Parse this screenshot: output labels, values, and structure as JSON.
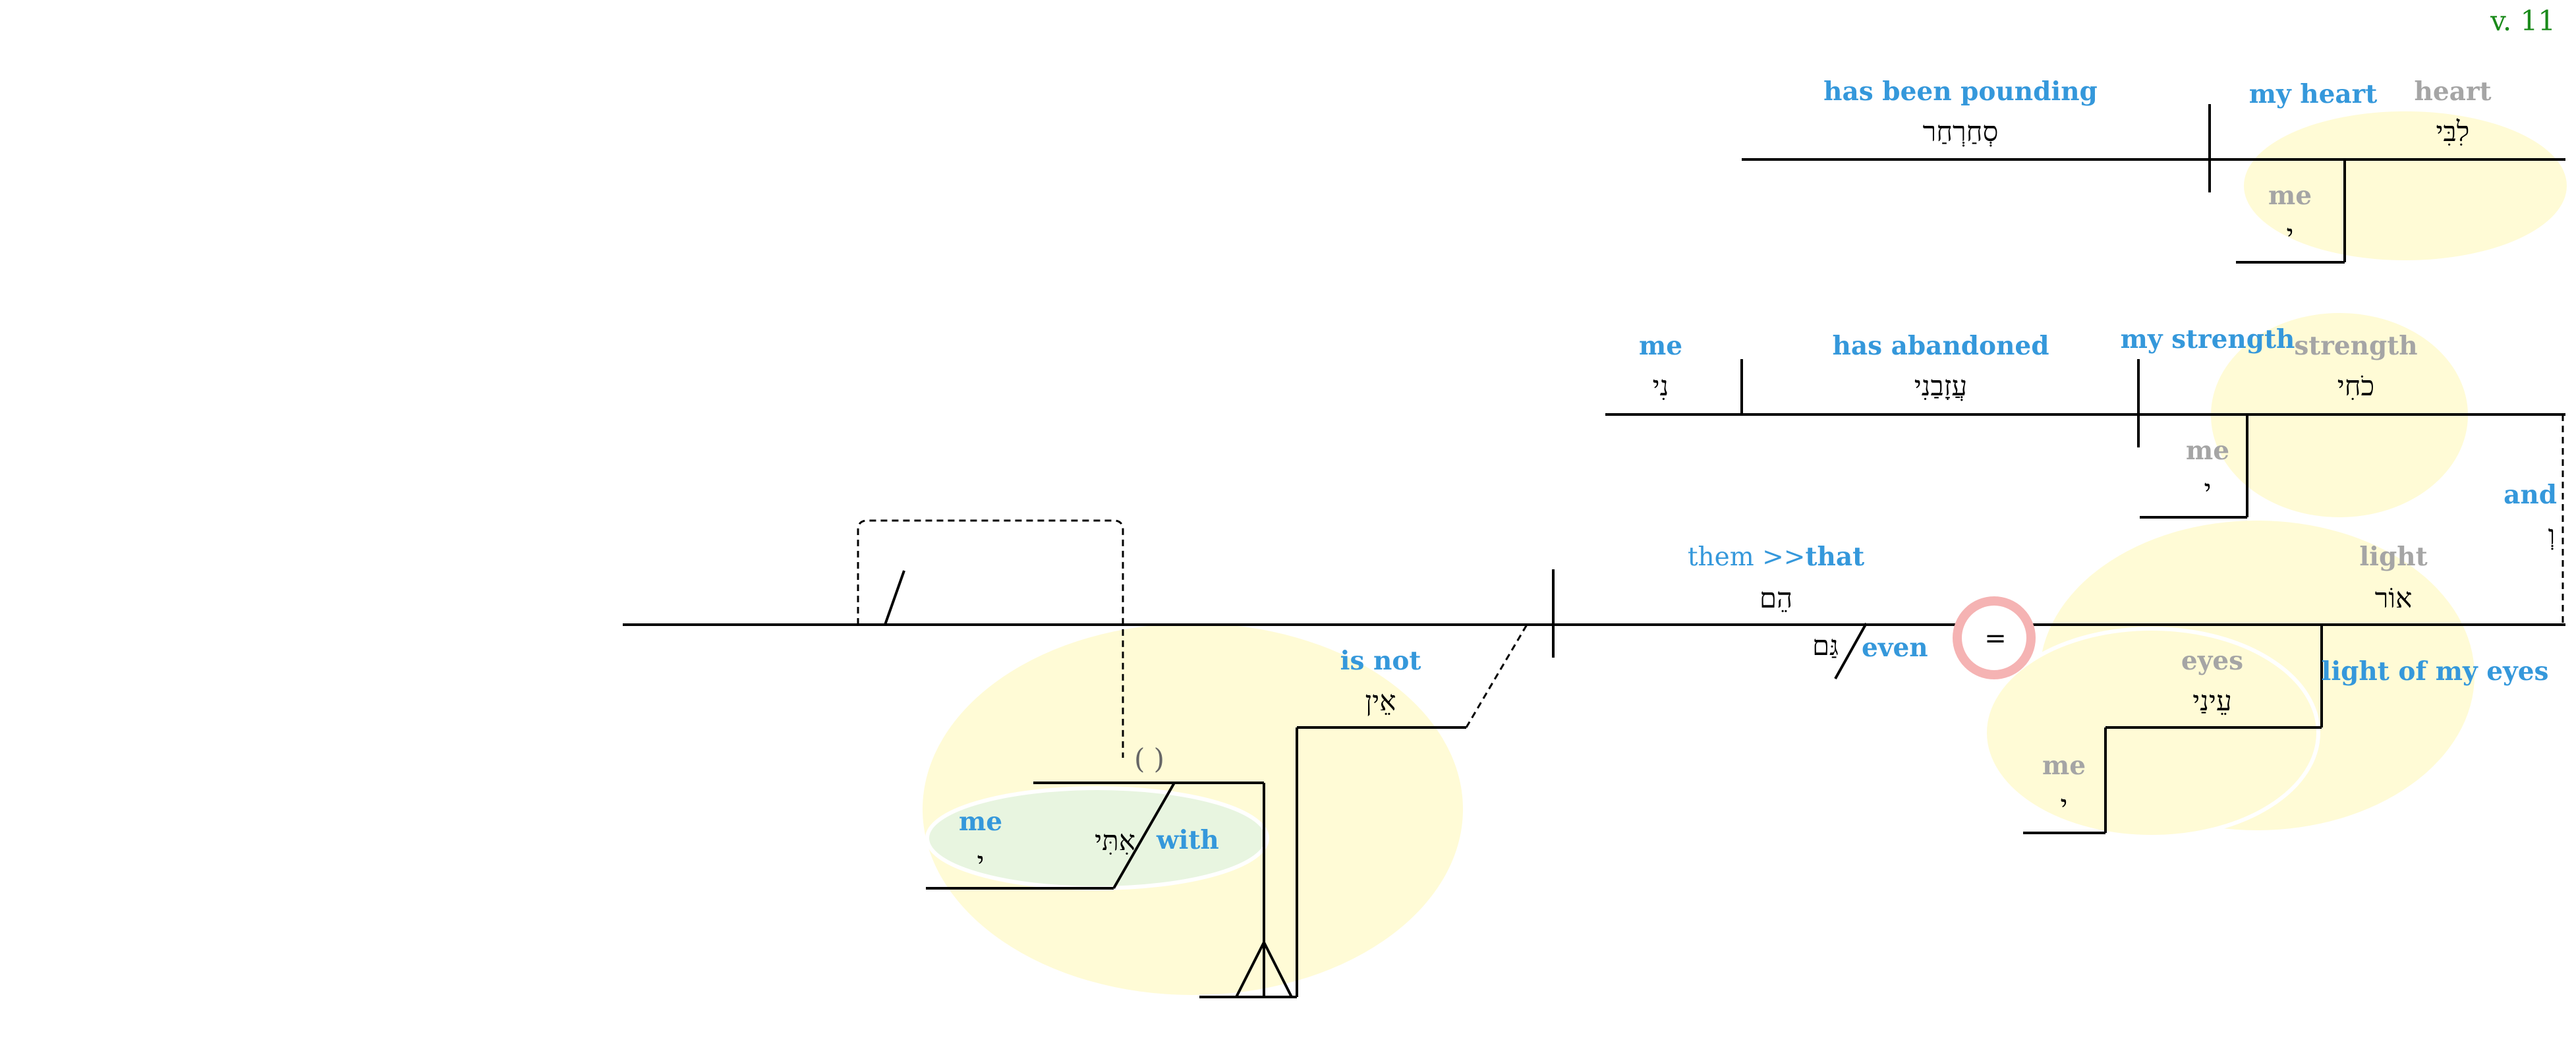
{
  "verse_label": "v. 11",
  "colors": {
    "gloss_blue": "#3598db",
    "gloss_gray": "#a5a5a5",
    "hebrew": "#000000",
    "line": "#000000",
    "highlight_yellow": "#fffbd6",
    "highlight_green": "#e8f5e0",
    "verse_green": "#1a8a1a",
    "equals_ring": "#f5b3b3"
  },
  "clause1": {
    "verb_gloss": "has been pounding",
    "verb": "סְחַרְחַר",
    "subject_gloss": "my heart",
    "subject_word_gloss": "heart",
    "subject": "לִבִּי",
    "possessor_gloss": "me",
    "possessor": "י"
  },
  "clause2": {
    "object_gloss": "me",
    "object": "נִי",
    "verb_gloss": "has abandoned",
    "verb": "עֲזָבַנִי",
    "subject_gloss": "my strength",
    "subject_word_gloss": "strength",
    "subject": "כֹחִי",
    "possessor_gloss": "me",
    "possessor": "י"
  },
  "conjunction": {
    "gloss": "and",
    "word": "וְ"
  },
  "clause3": {
    "pronoun_gloss_prefix": "them >>",
    "pronoun_gloss": "that",
    "pronoun": "הֵם",
    "even_gloss": "even",
    "even": "גַּם",
    "equals": "=",
    "light_word_gloss": "light",
    "light": "אוֹר",
    "light_phrase_gloss": "light of my eyes",
    "eyes_gloss": "eyes",
    "eyes": "עֵינַי",
    "eyes_possessor_gloss": "me",
    "eyes_possessor": "י",
    "negation_gloss": "is not",
    "negation": "אֵין",
    "empty_paren": "( )",
    "with_gloss": "with",
    "with": "אִתִּי",
    "with_object_gloss": "me",
    "with_object": "י"
  }
}
